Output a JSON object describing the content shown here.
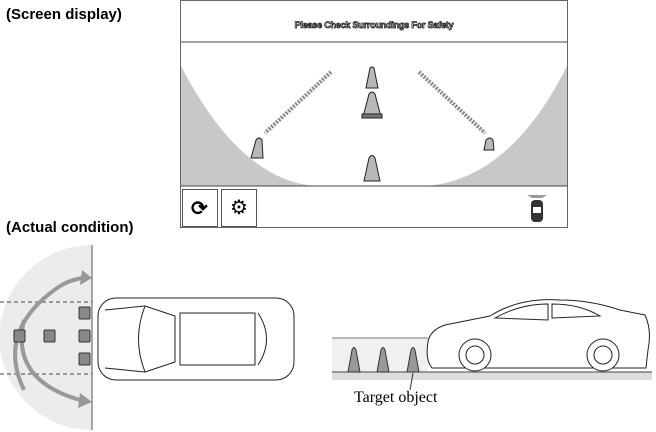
{
  "headings": {
    "screen": "(Screen display)",
    "actual": "(Actual condition)"
  },
  "screen": {
    "message": "Please Check Surroundings For Safety",
    "buttons": [
      {
        "icon": "view-switch-icon"
      },
      {
        "icon": "gear-icon"
      }
    ],
    "indicator_icon": "car-front-view-icon"
  },
  "side_view": {
    "label": "Target object"
  }
}
